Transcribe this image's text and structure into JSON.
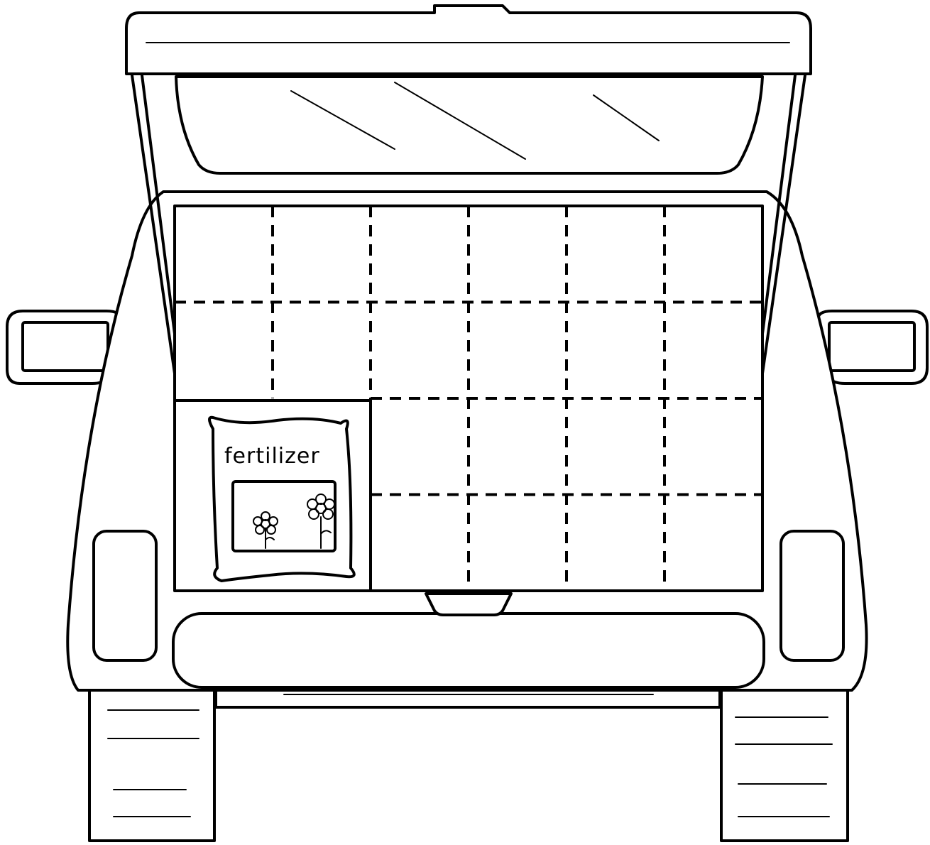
{
  "scene": {
    "subject": "car-trunk-grid",
    "line_color": "#000000",
    "background_color": "#ffffff"
  },
  "grid": {
    "columns": 6,
    "rows": 4,
    "occupied_block": {
      "columns": 2,
      "rows": 2,
      "position": "bottom-left"
    }
  },
  "bag": {
    "label": "fertilizer",
    "flower_count": 2
  }
}
